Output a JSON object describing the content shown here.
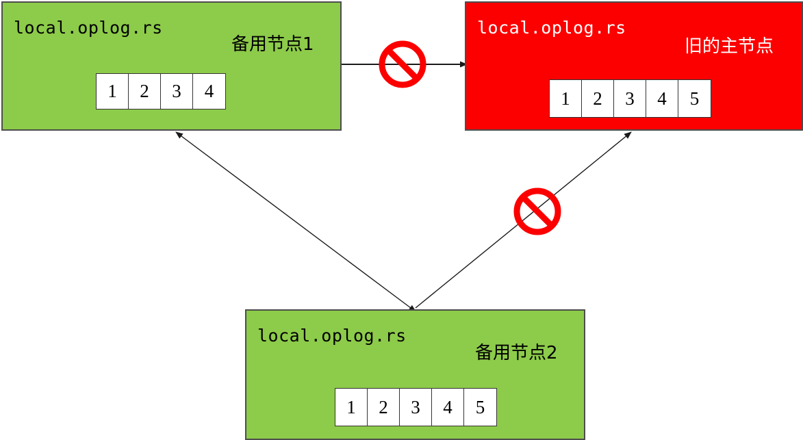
{
  "diagram": {
    "title": "MongoDB replica set oplog rollback diagram",
    "colors": {
      "secondary_node_bg": "#8dcb4a",
      "old_primary_bg": "#fc0000",
      "node_border": "#4d4d4d",
      "cell_bg": "#ffffff",
      "cell_border": "#333333",
      "ban_symbol": "#fc0000",
      "edge": "#1a1a1a"
    },
    "nodes": [
      {
        "id": "secondary1",
        "namespace": "local.oplog.rs",
        "role_label": "备用节点1",
        "state": "secondary",
        "oplog_entries": [
          "1",
          "2",
          "3",
          "4"
        ]
      },
      {
        "id": "old_primary",
        "namespace": "local.oplog.rs",
        "role_label": "旧的主节点",
        "state": "old-primary",
        "oplog_entries": [
          "1",
          "2",
          "3",
          "4",
          "5"
        ]
      },
      {
        "id": "secondary2",
        "namespace": "local.oplog.rs",
        "role_label": "备用节点2",
        "state": "secondary",
        "oplog_entries": [
          "1",
          "2",
          "3",
          "4",
          "5"
        ]
      }
    ],
    "edges": [
      {
        "id": "edge-secondary1-oldprimary",
        "from": "secondary1",
        "to": "old_primary",
        "style": "double-arrow",
        "blocked": true
      },
      {
        "id": "edge-secondary2-secondary1",
        "from": "secondary2",
        "to": "secondary1",
        "style": "arrow",
        "blocked": false
      },
      {
        "id": "edge-secondary2-oldprimary",
        "from": "secondary2",
        "to": "old_primary",
        "style": "arrow",
        "blocked": true
      }
    ],
    "ban_symbols": [
      {
        "id": "ban-horizontal",
        "on_edge": "edge-secondary1-oldprimary"
      },
      {
        "id": "ban-diagonal",
        "on_edge": "edge-secondary2-oldprimary"
      }
    ]
  }
}
